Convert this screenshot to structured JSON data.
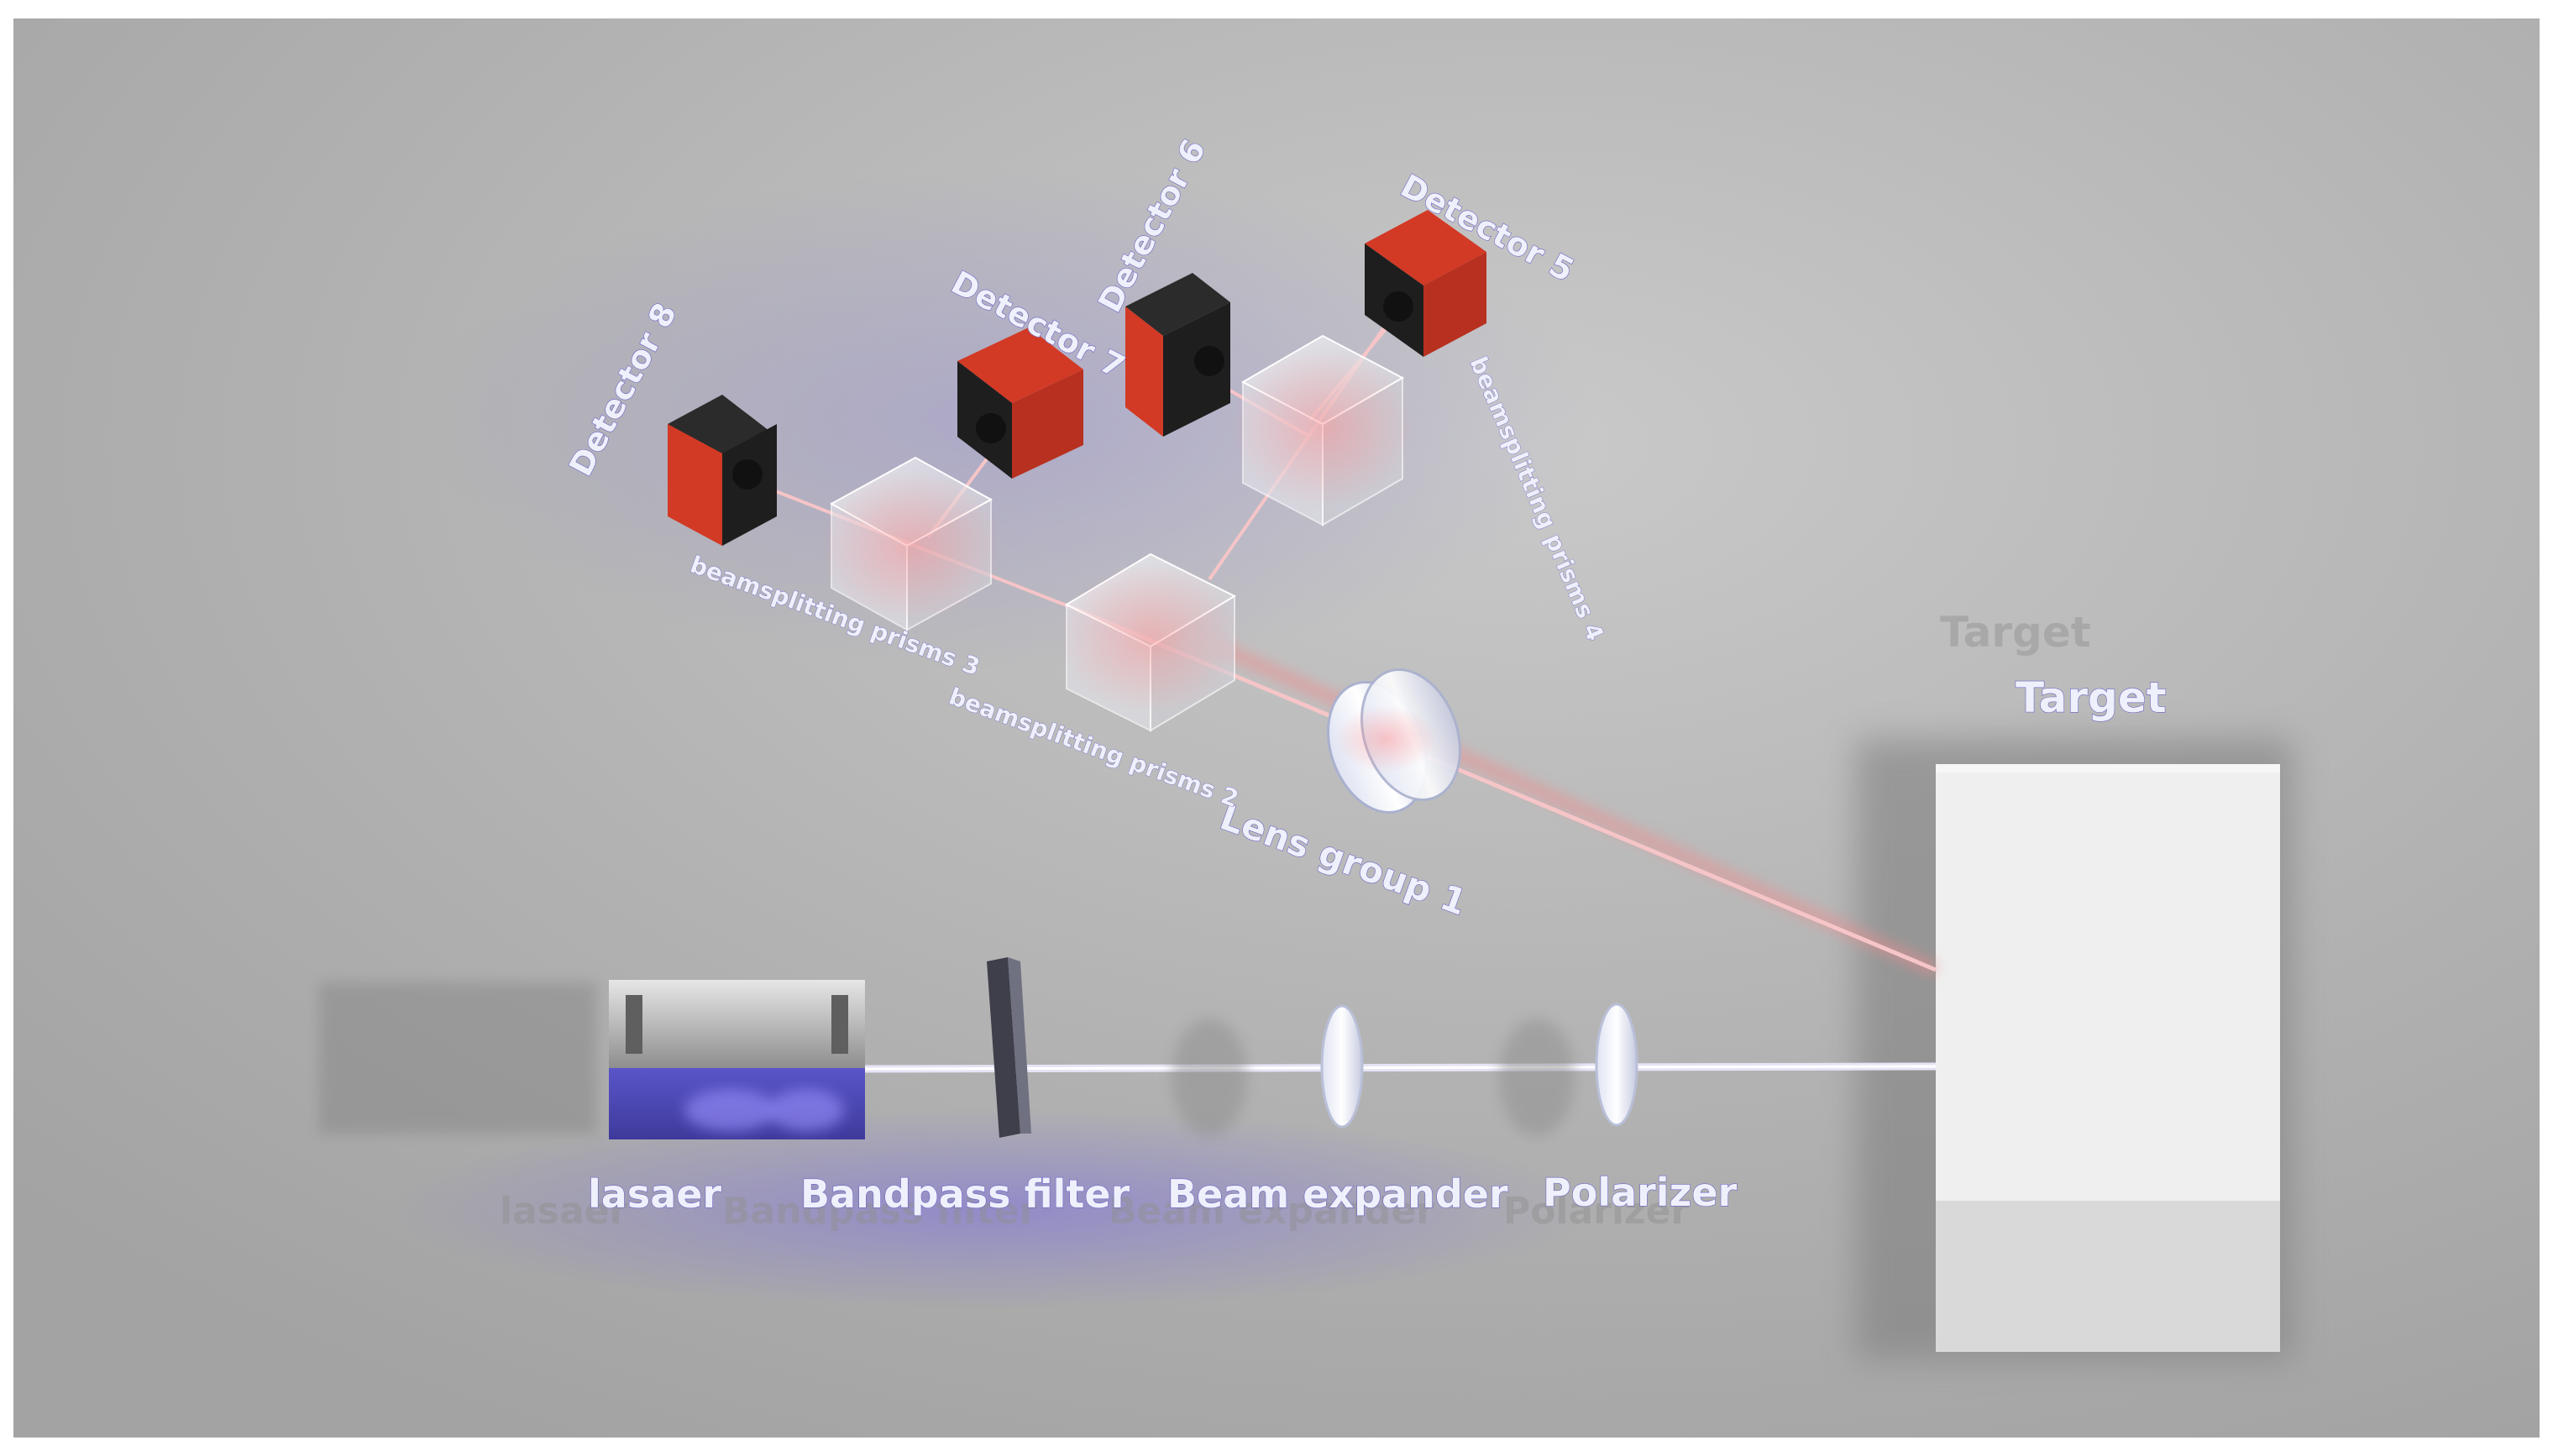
{
  "labels": {
    "laser": "lasaer",
    "bandpass_filter": "Bandpass filter",
    "beam_expander": "Beam expander",
    "polarizer": "Polarizer",
    "target": "Target",
    "lens_group_1": "Lens group 1",
    "prisms_2": "beamsplitting prisms 2",
    "prisms_3": "beamsplitting prisms 3",
    "prisms_4": "beamsplitting prisms 4",
    "detector_5": "Detector 5",
    "detector_6": "Detector 6",
    "detector_7": "Detector 7",
    "detector_8": "Detector 8"
  },
  "colors": {
    "background": "#b3b3b3",
    "laser_beam": "#f3d0d6",
    "return_beam": "#f07f85",
    "detector_body": "#d23a26",
    "label_glow": "#6c63c4",
    "target_face": "#ededed"
  }
}
